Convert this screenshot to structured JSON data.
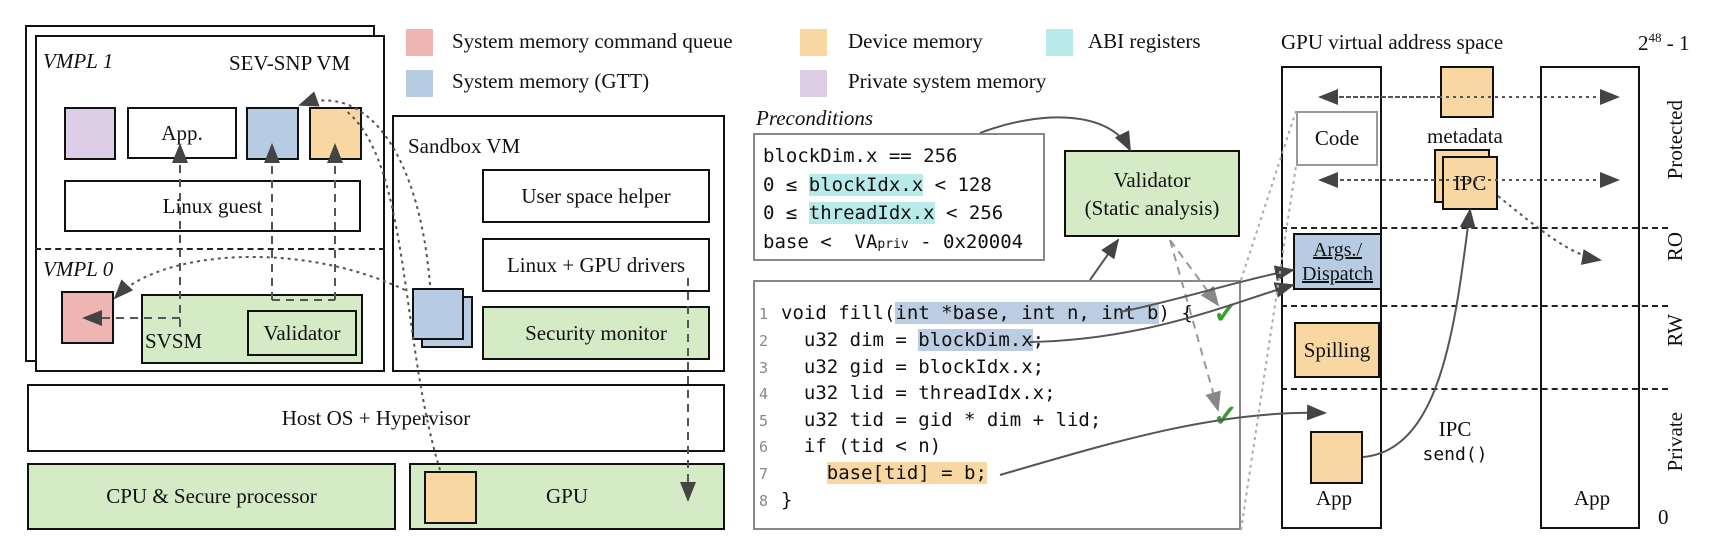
{
  "legend": [
    {
      "label": "System memory command queue",
      "color": "#efb5b3"
    },
    {
      "label": "Device memory",
      "color": "#f9d7a3"
    },
    {
      "label": "ABI registers",
      "color": "#b9eaea"
    },
    {
      "label": "System memory (GTT)",
      "color": "#b7cbe3"
    },
    {
      "label": "Private system memory",
      "color": "#dccce4"
    }
  ],
  "left": {
    "vmpl1": "VMPL 1",
    "sevsnp": "SEV-SNP VM",
    "app": "App.",
    "linux_guest": "Linux guest",
    "vmpl0": "VMPL 0",
    "svsm": "SVSM",
    "validator": "Validator",
    "sandbox": "Sandbox VM",
    "user_helper": "User space helper",
    "linux_gpu": "Linux + GPU drivers",
    "security_monitor": "Security monitor",
    "host": "Host OS + Hypervisor",
    "cpu": "CPU & Secure processor",
    "gpu": "GPU"
  },
  "middle": {
    "preconditions_title": "Preconditions",
    "pre": {
      "l1": "blockDim.x == 256",
      "l2a": "0 ≤ ",
      "l2b": "blockIdx.x",
      "l2c": " < 128",
      "l3a": "0 ≤ ",
      "l3b": "threadIdx.x",
      "l3c": " < 256",
      "l4a": "base <  VA",
      "l4b": "priv",
      "l4c": " - 0x20004"
    },
    "validator": "Validator",
    "validator_sub": "(Static analysis)",
    "code": {
      "n1": "1",
      "n2": "2",
      "n3": "3",
      "n4": "4",
      "n5": "5",
      "n6": "6",
      "n7": "7",
      "n8": "8",
      "c1a": "void fill(",
      "c1b": "int *base, int n, int b",
      "c1c": ") {",
      "c2a": "  u32 dim = ",
      "c2b": "blockDim.x",
      "c2c": ";",
      "c3": "  u32 gid = blockIdx.x;",
      "c4": "  u32 lid = threadIdx.x;",
      "c5": "  u32 tid = gid * dim + lid;",
      "c6": "  if (tid < n)",
      "c7a": "    ",
      "c7b": "base[tid] = b;",
      "c8": "}"
    },
    "check": "✓"
  },
  "right": {
    "title": "GPU virtual address space",
    "top_label": "2",
    "top_exp": "48",
    "top_suffix": " - 1",
    "bottom_label": "0",
    "code": "Code",
    "metadata": "metadata",
    "ipc": "IPC",
    "args1": "Args./",
    "args2": "Dispatch",
    "spilling": "Spilling",
    "app_left": "App",
    "app_right": "App",
    "ipc_send1": "IPC",
    "ipc_send2": "send()",
    "regions": [
      "Protected",
      "RO",
      "RW",
      "Private"
    ]
  }
}
